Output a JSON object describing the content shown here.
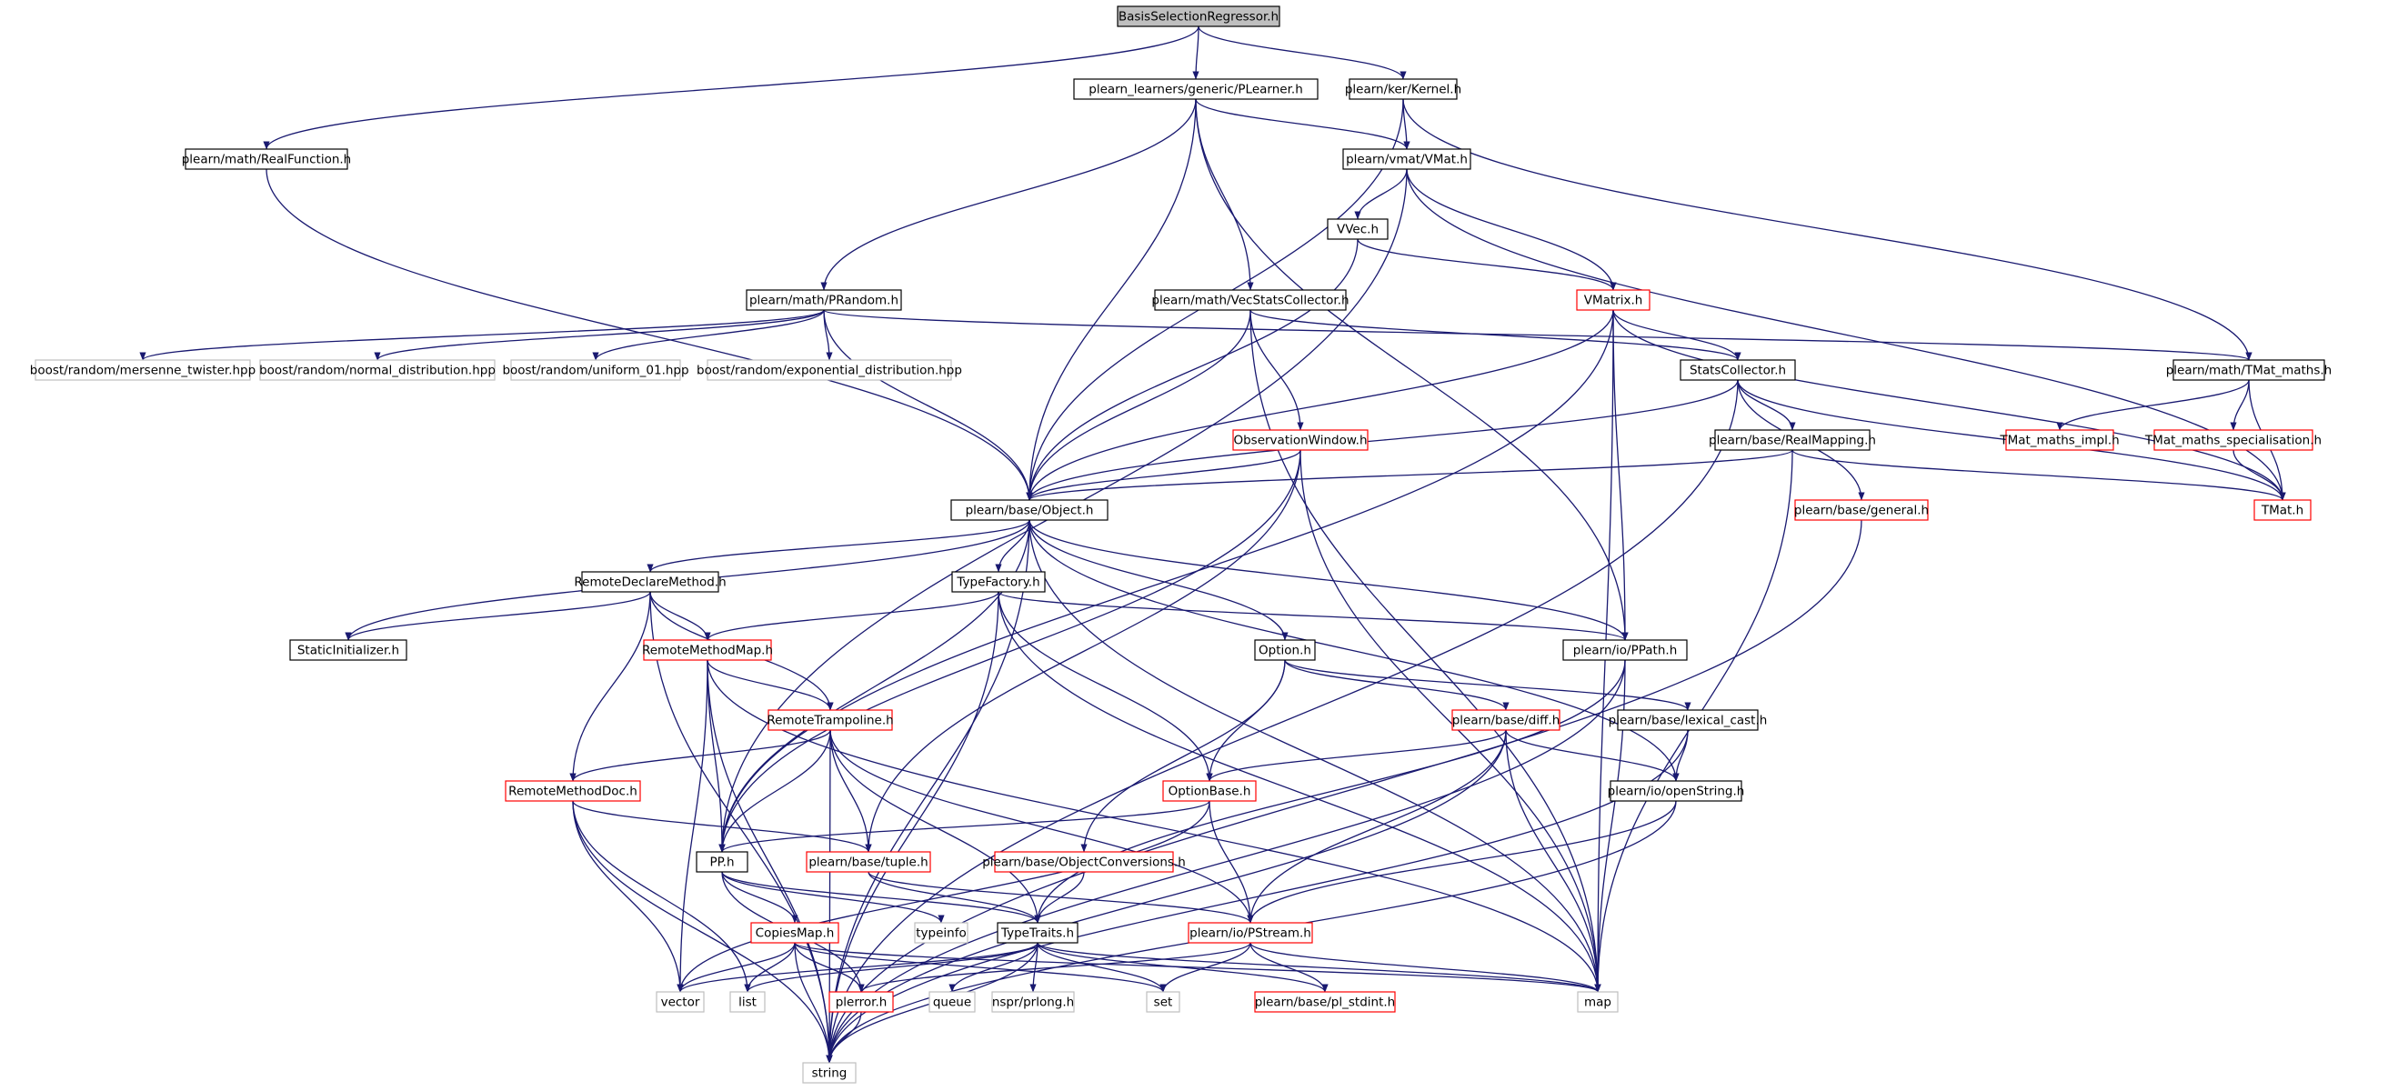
{
  "diagram_data": {
    "type": "include-dependency-graph",
    "colors": {
      "edge": "#191970",
      "normal_border": "#000000",
      "truncated_border": "#ff0000",
      "external_border": "#bfbfbf",
      "root_fill": "#bfbfbf",
      "fill": "#ffffff",
      "text": "#000000"
    },
    "nodes": [
      {
        "id": "root",
        "label": "BasisSelectionRegressor.h",
        "kind": "root"
      },
      {
        "id": "plearner",
        "label": "plearn_learners/generic/PLearner.h",
        "kind": "normal"
      },
      {
        "id": "kernel",
        "label": "plearn/ker/Kernel.h",
        "kind": "normal"
      },
      {
        "id": "realfunction",
        "label": "plearn/math/RealFunction.h",
        "kind": "normal"
      },
      {
        "id": "vmat",
        "label": "plearn/vmat/VMat.h",
        "kind": "normal"
      },
      {
        "id": "vvec",
        "label": "VVec.h",
        "kind": "normal"
      },
      {
        "id": "prandom",
        "label": "plearn/math/PRandom.h",
        "kind": "normal"
      },
      {
        "id": "vecstats",
        "label": "plearn/math/VecStatsCollector.h",
        "kind": "normal"
      },
      {
        "id": "vmatrix",
        "label": "VMatrix.h",
        "kind": "truncated"
      },
      {
        "id": "mersenne",
        "label": "boost/random/mersenne_twister.hpp",
        "kind": "external"
      },
      {
        "id": "normaldist",
        "label": "boost/random/normal_distribution.hpp",
        "kind": "external"
      },
      {
        "id": "uniform01",
        "label": "boost/random/uniform_01.hpp",
        "kind": "external"
      },
      {
        "id": "expdist",
        "label": "boost/random/exponential_distribution.hpp",
        "kind": "external"
      },
      {
        "id": "statscoll",
        "label": "StatsCollector.h",
        "kind": "normal"
      },
      {
        "id": "tmatmaths",
        "label": "plearn/math/TMat_maths.h",
        "kind": "normal"
      },
      {
        "id": "obswindow",
        "label": "ObservationWindow.h",
        "kind": "truncated"
      },
      {
        "id": "realmapping",
        "label": "plearn/base/RealMapping.h",
        "kind": "normal"
      },
      {
        "id": "tmatimpl",
        "label": "TMat_maths_impl.h",
        "kind": "truncated"
      },
      {
        "id": "tmatspec",
        "label": "TMat_maths_specialisation.h",
        "kind": "truncated"
      },
      {
        "id": "object",
        "label": "plearn/base/Object.h",
        "kind": "normal"
      },
      {
        "id": "general",
        "label": "plearn/base/general.h",
        "kind": "truncated"
      },
      {
        "id": "tmat",
        "label": "TMat.h",
        "kind": "truncated"
      },
      {
        "id": "remotedecl",
        "label": "RemoteDeclareMethod.h",
        "kind": "normal"
      },
      {
        "id": "typefactory",
        "label": "TypeFactory.h",
        "kind": "normal"
      },
      {
        "id": "staticinit",
        "label": "StaticInitializer.h",
        "kind": "normal"
      },
      {
        "id": "remotemethodmap",
        "label": "RemoteMethodMap.h",
        "kind": "truncated"
      },
      {
        "id": "option",
        "label": "Option.h",
        "kind": "normal"
      },
      {
        "id": "ppath",
        "label": "plearn/io/PPath.h",
        "kind": "normal"
      },
      {
        "id": "remotetramp",
        "label": "RemoteTrampoline.h",
        "kind": "truncated"
      },
      {
        "id": "diff",
        "label": "plearn/base/diff.h",
        "kind": "truncated"
      },
      {
        "id": "lexicalcast",
        "label": "plearn/base/lexical_cast.h",
        "kind": "normal"
      },
      {
        "id": "remotemethoddoc",
        "label": "RemoteMethodDoc.h",
        "kind": "truncated"
      },
      {
        "id": "optionbase",
        "label": "OptionBase.h",
        "kind": "truncated"
      },
      {
        "id": "openstring",
        "label": "plearn/io/openString.h",
        "kind": "normal"
      },
      {
        "id": "pph",
        "label": "PP.h",
        "kind": "normal"
      },
      {
        "id": "tuple",
        "label": "plearn/base/tuple.h",
        "kind": "truncated"
      },
      {
        "id": "objconv",
        "label": "plearn/base/ObjectConversions.h",
        "kind": "truncated"
      },
      {
        "id": "copiesmap",
        "label": "CopiesMap.h",
        "kind": "truncated"
      },
      {
        "id": "typeinfo",
        "label": "typeinfo",
        "kind": "external"
      },
      {
        "id": "typetraits",
        "label": "TypeTraits.h",
        "kind": "normal"
      },
      {
        "id": "pstream",
        "label": "plearn/io/PStream.h",
        "kind": "truncated"
      },
      {
        "id": "vector",
        "label": "vector",
        "kind": "external"
      },
      {
        "id": "list",
        "label": "list",
        "kind": "external"
      },
      {
        "id": "plerror",
        "label": "plerror.h",
        "kind": "truncated"
      },
      {
        "id": "queue",
        "label": "queue",
        "kind": "external"
      },
      {
        "id": "prlong",
        "label": "nspr/prlong.h",
        "kind": "external"
      },
      {
        "id": "set",
        "label": "set",
        "kind": "external"
      },
      {
        "id": "stdint",
        "label": "plearn/base/pl_stdint.h",
        "kind": "truncated"
      },
      {
        "id": "map",
        "label": "map",
        "kind": "external"
      },
      {
        "id": "string",
        "label": "string",
        "kind": "external"
      }
    ],
    "edges": [
      [
        "root",
        "plearner"
      ],
      [
        "root",
        "kernel"
      ],
      [
        "root",
        "realfunction"
      ],
      [
        "plearner",
        "vmat"
      ],
      [
        "plearner",
        "prandom"
      ],
      [
        "plearner",
        "vecstats"
      ],
      [
        "plearner",
        "object"
      ],
      [
        "plearner",
        "ppath"
      ],
      [
        "kernel",
        "vmat"
      ],
      [
        "kernel",
        "object"
      ],
      [
        "kernel",
        "tmatmaths"
      ],
      [
        "realfunction",
        "object"
      ],
      [
        "vmat",
        "vvec"
      ],
      [
        "vmat",
        "vmatrix"
      ],
      [
        "vmat",
        "tmat"
      ],
      [
        "vmat",
        "pph"
      ],
      [
        "vvec",
        "vmatrix"
      ],
      [
        "vvec",
        "object"
      ],
      [
        "prandom",
        "mersenne"
      ],
      [
        "prandom",
        "normaldist"
      ],
      [
        "prandom",
        "uniform01"
      ],
      [
        "prandom",
        "expdist"
      ],
      [
        "prandom",
        "tmatmaths"
      ],
      [
        "prandom",
        "object"
      ],
      [
        "vecstats",
        "statscoll"
      ],
      [
        "vecstats",
        "obswindow"
      ],
      [
        "vecstats",
        "object"
      ],
      [
        "vecstats",
        "map"
      ],
      [
        "vmatrix",
        "statscoll"
      ],
      [
        "vmatrix",
        "tmat"
      ],
      [
        "vmatrix",
        "object"
      ],
      [
        "vmatrix",
        "ppath"
      ],
      [
        "vmatrix",
        "pph"
      ],
      [
        "vmatrix",
        "map"
      ],
      [
        "statscoll",
        "realmapping"
      ],
      [
        "statscoll",
        "general"
      ],
      [
        "statscoll",
        "object"
      ],
      [
        "statscoll",
        "tmat"
      ],
      [
        "statscoll",
        "string"
      ],
      [
        "tmatmaths",
        "tmatimpl"
      ],
      [
        "tmatmaths",
        "tmatspec"
      ],
      [
        "tmatmaths",
        "tmat"
      ],
      [
        "tmatspec",
        "tmat"
      ],
      [
        "obswindow",
        "object"
      ],
      [
        "obswindow",
        "tuple"
      ],
      [
        "obswindow",
        "map"
      ],
      [
        "obswindow",
        "pph"
      ],
      [
        "realmapping",
        "object"
      ],
      [
        "realmapping",
        "tmat"
      ],
      [
        "realmapping",
        "map"
      ],
      [
        "general",
        "string"
      ],
      [
        "object",
        "remotedecl"
      ],
      [
        "object",
        "typefactory"
      ],
      [
        "object",
        "staticinit"
      ],
      [
        "object",
        "option"
      ],
      [
        "object",
        "ppath"
      ],
      [
        "object",
        "pph"
      ],
      [
        "object",
        "openstring"
      ],
      [
        "object",
        "map"
      ],
      [
        "object",
        "string"
      ],
      [
        "remotedecl",
        "staticinit"
      ],
      [
        "remotedecl",
        "remotemethodmap"
      ],
      [
        "remotedecl",
        "remotetramp"
      ],
      [
        "remotedecl",
        "remotemethoddoc"
      ],
      [
        "remotedecl",
        "string"
      ],
      [
        "typefactory",
        "remotemethodmap"
      ],
      [
        "typefactory",
        "ppath"
      ],
      [
        "typefactory",
        "optionbase"
      ],
      [
        "typefactory",
        "map"
      ],
      [
        "typefactory",
        "string"
      ],
      [
        "remotemethodmap",
        "remotetramp"
      ],
      [
        "remotemethodmap",
        "pph"
      ],
      [
        "remotemethodmap",
        "vector"
      ],
      [
        "remotemethodmap",
        "map"
      ],
      [
        "remotemethodmap",
        "string"
      ],
      [
        "option",
        "optionbase"
      ],
      [
        "option",
        "diff"
      ],
      [
        "option",
        "lexicalcast"
      ],
      [
        "option",
        "objconv"
      ],
      [
        "ppath",
        "typetraits"
      ],
      [
        "ppath",
        "map"
      ],
      [
        "ppath",
        "string"
      ],
      [
        "remotetramp",
        "remotemethoddoc"
      ],
      [
        "remotetramp",
        "pph"
      ],
      [
        "remotetramp",
        "tuple"
      ],
      [
        "remotetramp",
        "typetraits"
      ],
      [
        "remotetramp",
        "pstream"
      ],
      [
        "remotetramp",
        "string"
      ],
      [
        "diff",
        "optionbase"
      ],
      [
        "diff",
        "openstring"
      ],
      [
        "diff",
        "pstream"
      ],
      [
        "diff",
        "map"
      ],
      [
        "diff",
        "string"
      ],
      [
        "lexicalcast",
        "openstring"
      ],
      [
        "lexicalcast",
        "string"
      ],
      [
        "remotemethoddoc",
        "tuple"
      ],
      [
        "remotemethoddoc",
        "list"
      ],
      [
        "remotemethoddoc",
        "vector"
      ],
      [
        "remotemethoddoc",
        "string"
      ],
      [
        "optionbase",
        "pph"
      ],
      [
        "optionbase",
        "pstream"
      ],
      [
        "optionbase",
        "vector"
      ],
      [
        "openstring",
        "pstream"
      ],
      [
        "openstring",
        "string"
      ],
      [
        "pph",
        "copiesmap"
      ],
      [
        "pph",
        "typeinfo"
      ],
      [
        "pph",
        "typetraits"
      ],
      [
        "pph",
        "plerror"
      ],
      [
        "tuple",
        "typetraits"
      ],
      [
        "tuple",
        "pstream"
      ],
      [
        "objconv",
        "typetraits"
      ],
      [
        "copiesmap",
        "vector"
      ],
      [
        "copiesmap",
        "list"
      ],
      [
        "copiesmap",
        "plerror"
      ],
      [
        "copiesmap",
        "set"
      ],
      [
        "copiesmap",
        "map"
      ],
      [
        "copiesmap",
        "string"
      ],
      [
        "typetraits",
        "vector"
      ],
      [
        "typetraits",
        "list"
      ],
      [
        "typetraits",
        "queue"
      ],
      [
        "typetraits",
        "prlong"
      ],
      [
        "typetraits",
        "set"
      ],
      [
        "typetraits",
        "stdint"
      ],
      [
        "typetraits",
        "map"
      ],
      [
        "typetraits",
        "string"
      ],
      [
        "pstream",
        "plerror"
      ],
      [
        "pstream",
        "set"
      ],
      [
        "pstream",
        "stdint"
      ],
      [
        "pstream",
        "map"
      ],
      [
        "plerror",
        "string"
      ]
    ]
  }
}
